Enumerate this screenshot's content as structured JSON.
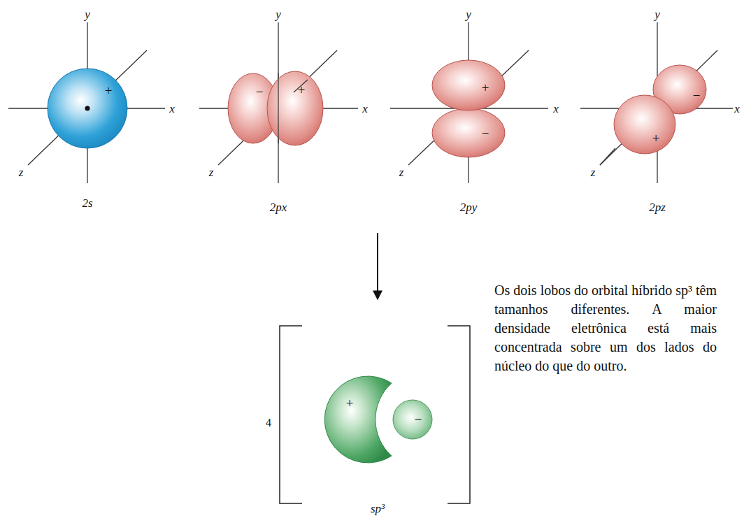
{
  "diagram": {
    "labels": [
      "y",
      "x",
      "z",
      "+",
      "2s",
      "y",
      "x",
      "z",
      "−",
      "+",
      "2px",
      "y",
      "x",
      "z",
      "+",
      "−",
      "2py",
      "y",
      "x",
      "z",
      "−",
      "+",
      "2pz",
      "4",
      "+",
      "−",
      "sp³",
      "Os dois lobos do orbital híbrido sp³ têm tamanhos diferentes. A maior densidade eletrônica está mais concentrada sobre um dos lados do núcleo do que do outro."
    ]
  }
}
